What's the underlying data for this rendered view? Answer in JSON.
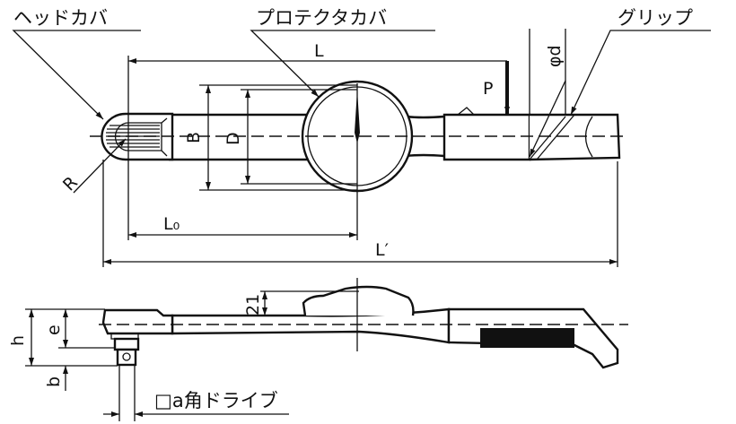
{
  "labels": {
    "head_cover": "ヘッドカバ",
    "protector_cover": "プロテクタカバ",
    "grip": "グリップ",
    "square_drive": "□a角ドライブ"
  },
  "dimensions": {
    "L": "L",
    "P": "P",
    "phi_d": "φd",
    "B": "B",
    "D": "D",
    "R": "R",
    "L0": "L₀",
    "L_prime": "L′",
    "height_21": "21",
    "h": "h",
    "e": "e",
    "b": "b"
  }
}
